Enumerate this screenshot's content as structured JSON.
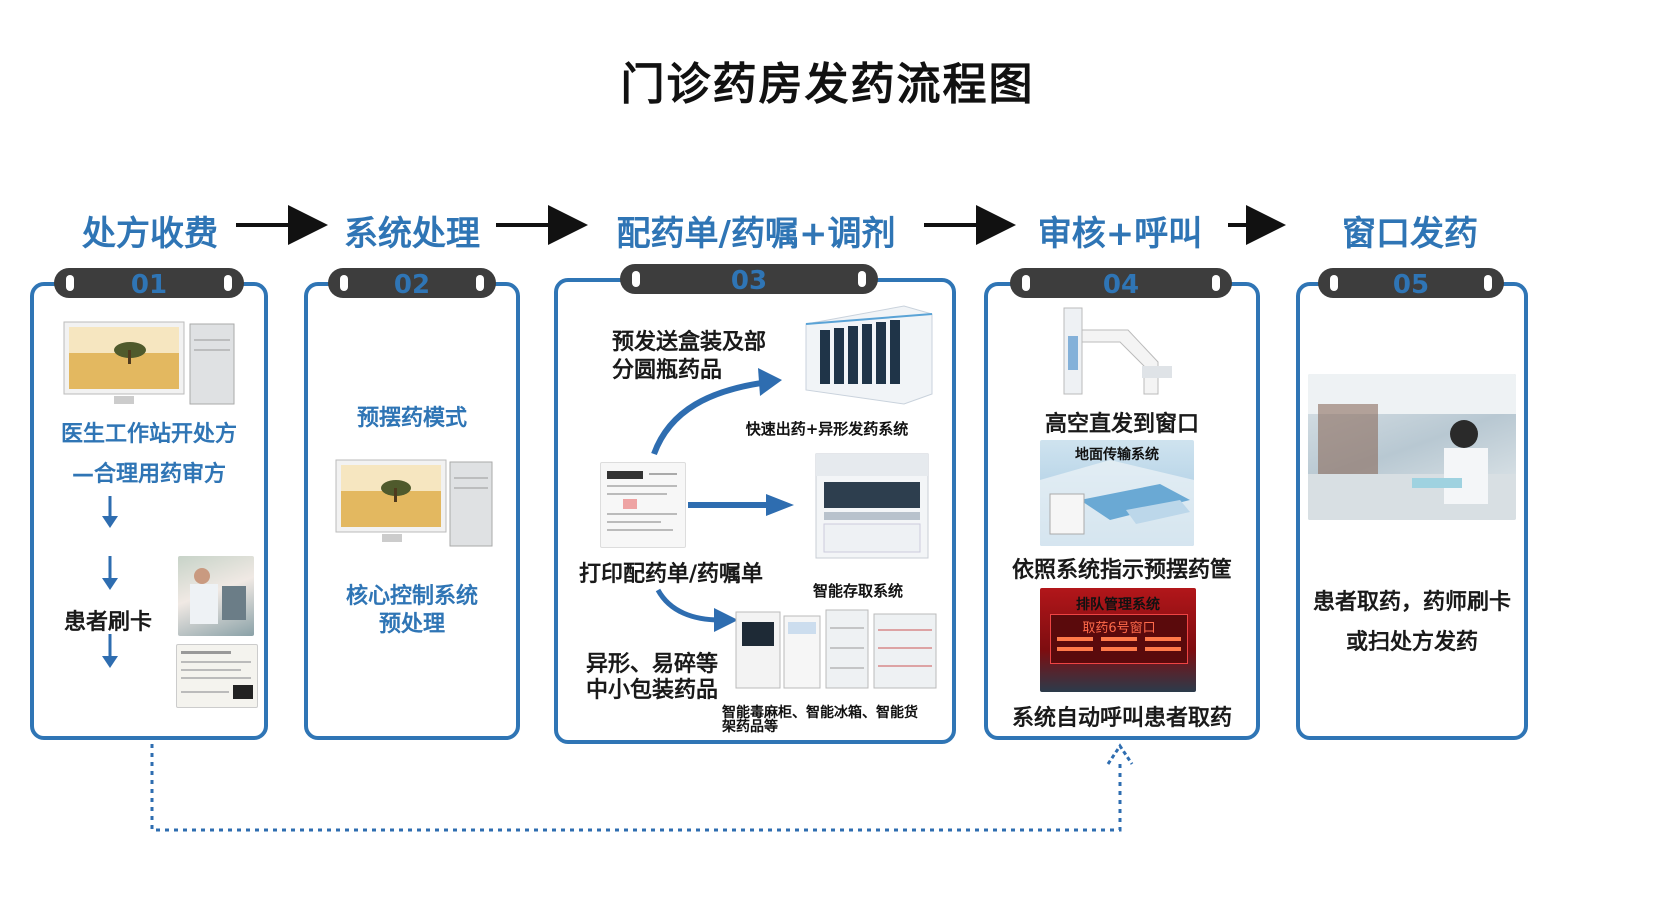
{
  "title": "门诊药房发药流程图",
  "steps": [
    {
      "label": "处方收费",
      "num": "01"
    },
    {
      "label": "系统处理",
      "num": "02"
    },
    {
      "label": "配药单/药嘱+调剂",
      "num": "03"
    },
    {
      "label": "审核+呼叫",
      "num": "04"
    },
    {
      "label": "窗口发药",
      "num": "05"
    }
  ],
  "card1": {
    "line1": "医生工作站开处方",
    "line2": "—合理用药审方",
    "swipe": "患者刷卡"
  },
  "card2": {
    "mode": "预摆药模式",
    "core1": "核心控制系统",
    "core2": "预处理"
  },
  "card3": {
    "box_drugs1": "预发送盒装及部",
    "box_drugs2": "分圆瓶药品",
    "fast_system": "快速出药+异形发药系统",
    "print": "打印配药单/药嘱单",
    "storage": "智能存取系统",
    "odd1": "异形、易碎等",
    "odd2": "中小包装药品",
    "cabinets1": "智能毒麻柜、智能冰箱、智能货",
    "cabinets2": "架药品等"
  },
  "card4": {
    "high": "高空直发到窗口",
    "ground": "地面传输系统",
    "basket": "依照系统指示预摆药筐",
    "queue": "排队管理系统",
    "queue_display": "取药6号窗口",
    "call": "系统自动呼叫患者取药"
  },
  "card5": {
    "line1": "患者取药，药师刷卡",
    "line2": "或扫处方发药"
  },
  "colors": {
    "accent": "#2f75b5",
    "tab": "#3d3d3d",
    "arrow": "#2e6db0"
  }
}
